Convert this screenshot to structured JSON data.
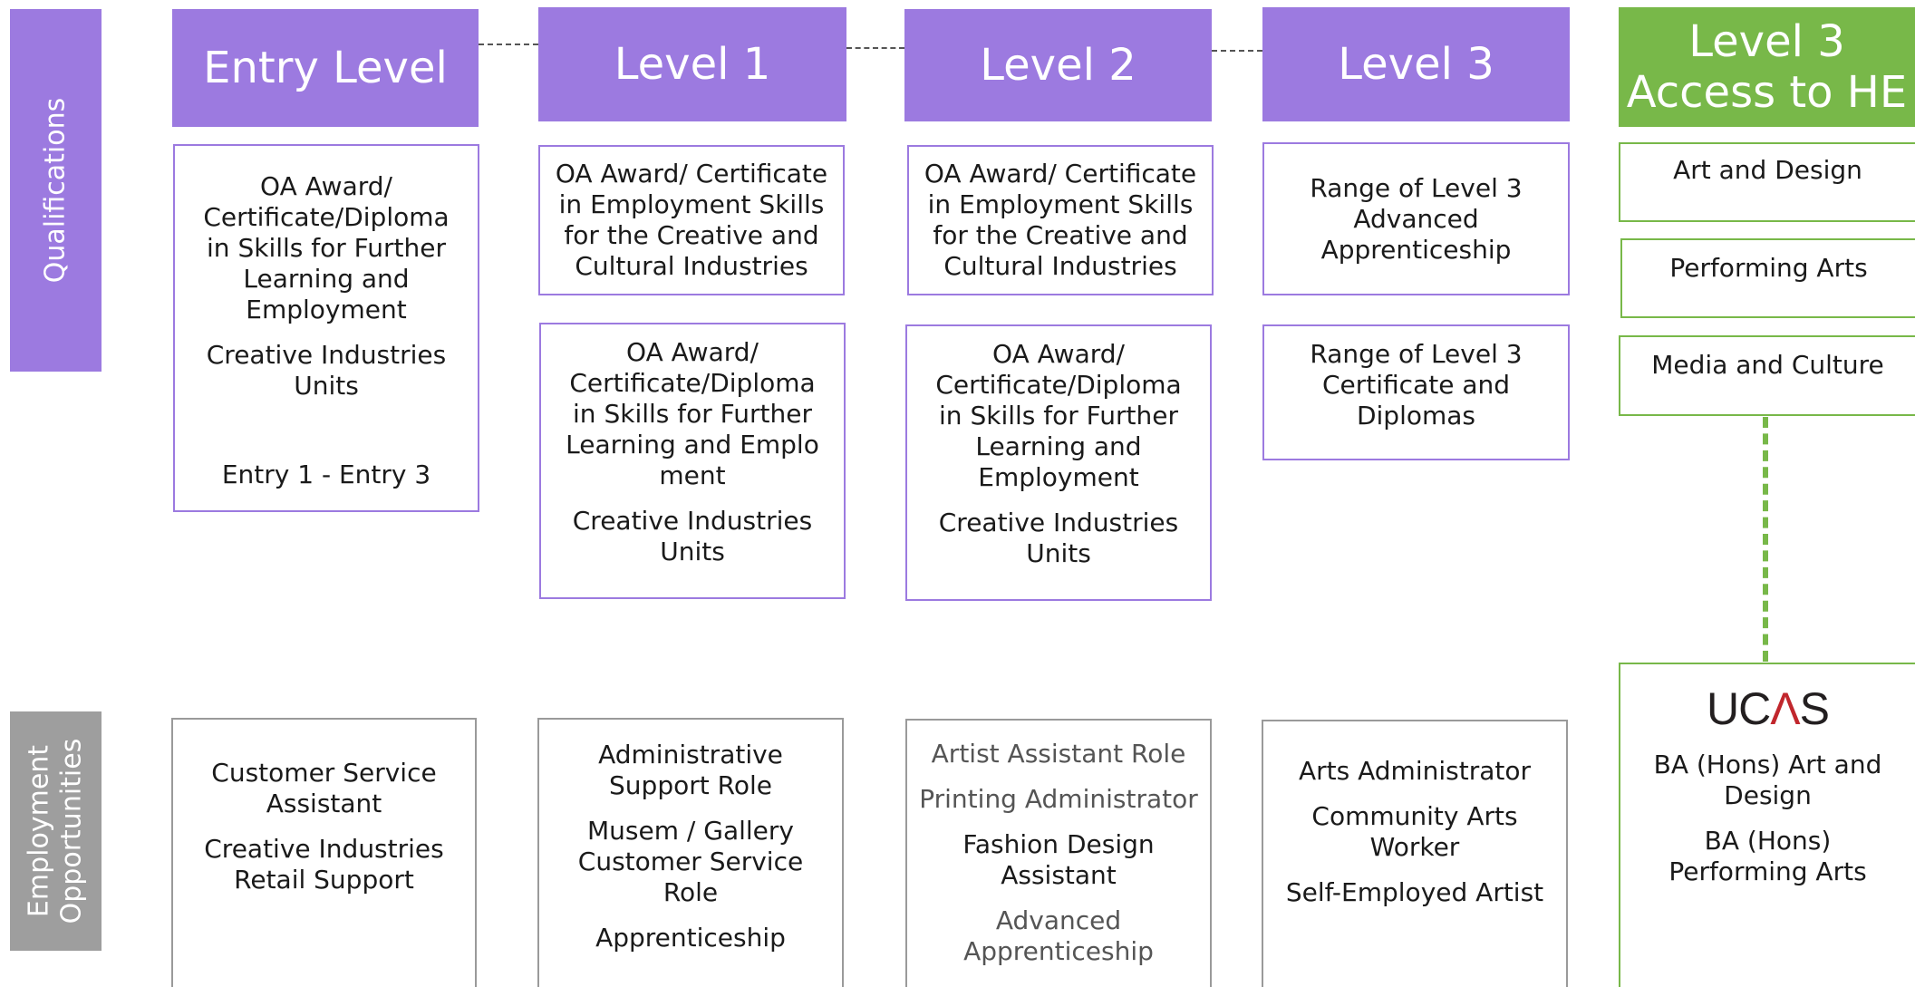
{
  "side_labels": {
    "qualifications": "Qualifications",
    "employment": "Employment Opportunities"
  },
  "headers": {
    "entry": "Entry Level",
    "level1": "Level 1",
    "level2": "Level 2",
    "level3": "Level 3",
    "access_line1": "Level 3",
    "access_line2": "Access to HE"
  },
  "qualifications": {
    "entry": [
      "OA Award/ Certificate/Diploma in Skills for Further Learning and Employment",
      "Creative Industries Units",
      "Entry 1 - Entry 3"
    ],
    "level1_a": "OA Award/ Certificate in Employment Skills for the Creative and Cultural Industries",
    "level1_b": [
      "OA Award/ Certificate/Diploma in Skills for Further Learning and Emplo ment",
      "Creative Industries Units"
    ],
    "level2_a": "OA Award/ Certificate in Employment Skills for the Creative and Cultural Industries",
    "level2_b": [
      "OA Award/ Certificate/Diploma in Skills for Further Learning and Employment",
      "Creative Industries Units"
    ],
    "level3_a": "Range of Level 3 Advanced Apprenticeship",
    "level3_b": "Range of Level 3 Certificate and Diplomas",
    "access": [
      "Art and Design",
      "Performing Arts",
      "Media and Culture"
    ]
  },
  "employment": {
    "entry": [
      "Customer Service Assistant",
      "Creative Industries Retail Support"
    ],
    "level1": [
      "Administrative Support Role",
      "Musem / Gallery Customer Service Role",
      "Apprenticeship"
    ],
    "level2": [
      "Artist Assistant Role",
      "Printing Administrator",
      "Fashion Design Assistant",
      "Advanced Apprenticeship"
    ],
    "level3": [
      "Arts Administrator",
      "Community Arts Worker",
      "Self-Employed Artist"
    ],
    "access_logo": "UCAS",
    "access": [
      "BA (Hons) Art and Design",
      "BA (Hons) Performing Arts"
    ]
  },
  "colors": {
    "purple": "#9c7ae0",
    "green": "#78b849",
    "grey": "#9a9a9a",
    "ucas_red": "#c1272d"
  }
}
